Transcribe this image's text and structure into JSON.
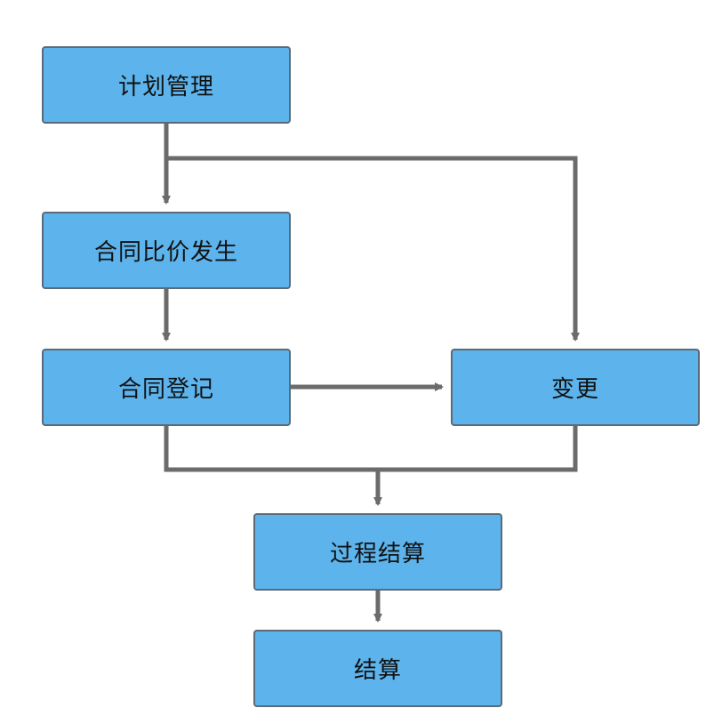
{
  "nodes": {
    "plan": "计划管理",
    "contract_compare": "合同比价发生",
    "contract_register": "合同登记",
    "change": "变更",
    "process_settle": "过程结算",
    "settle": "结算"
  },
  "colors": {
    "node_fill": "#5db3eb",
    "node_border": "#5a6a78",
    "connector": "#6b6b6b"
  }
}
